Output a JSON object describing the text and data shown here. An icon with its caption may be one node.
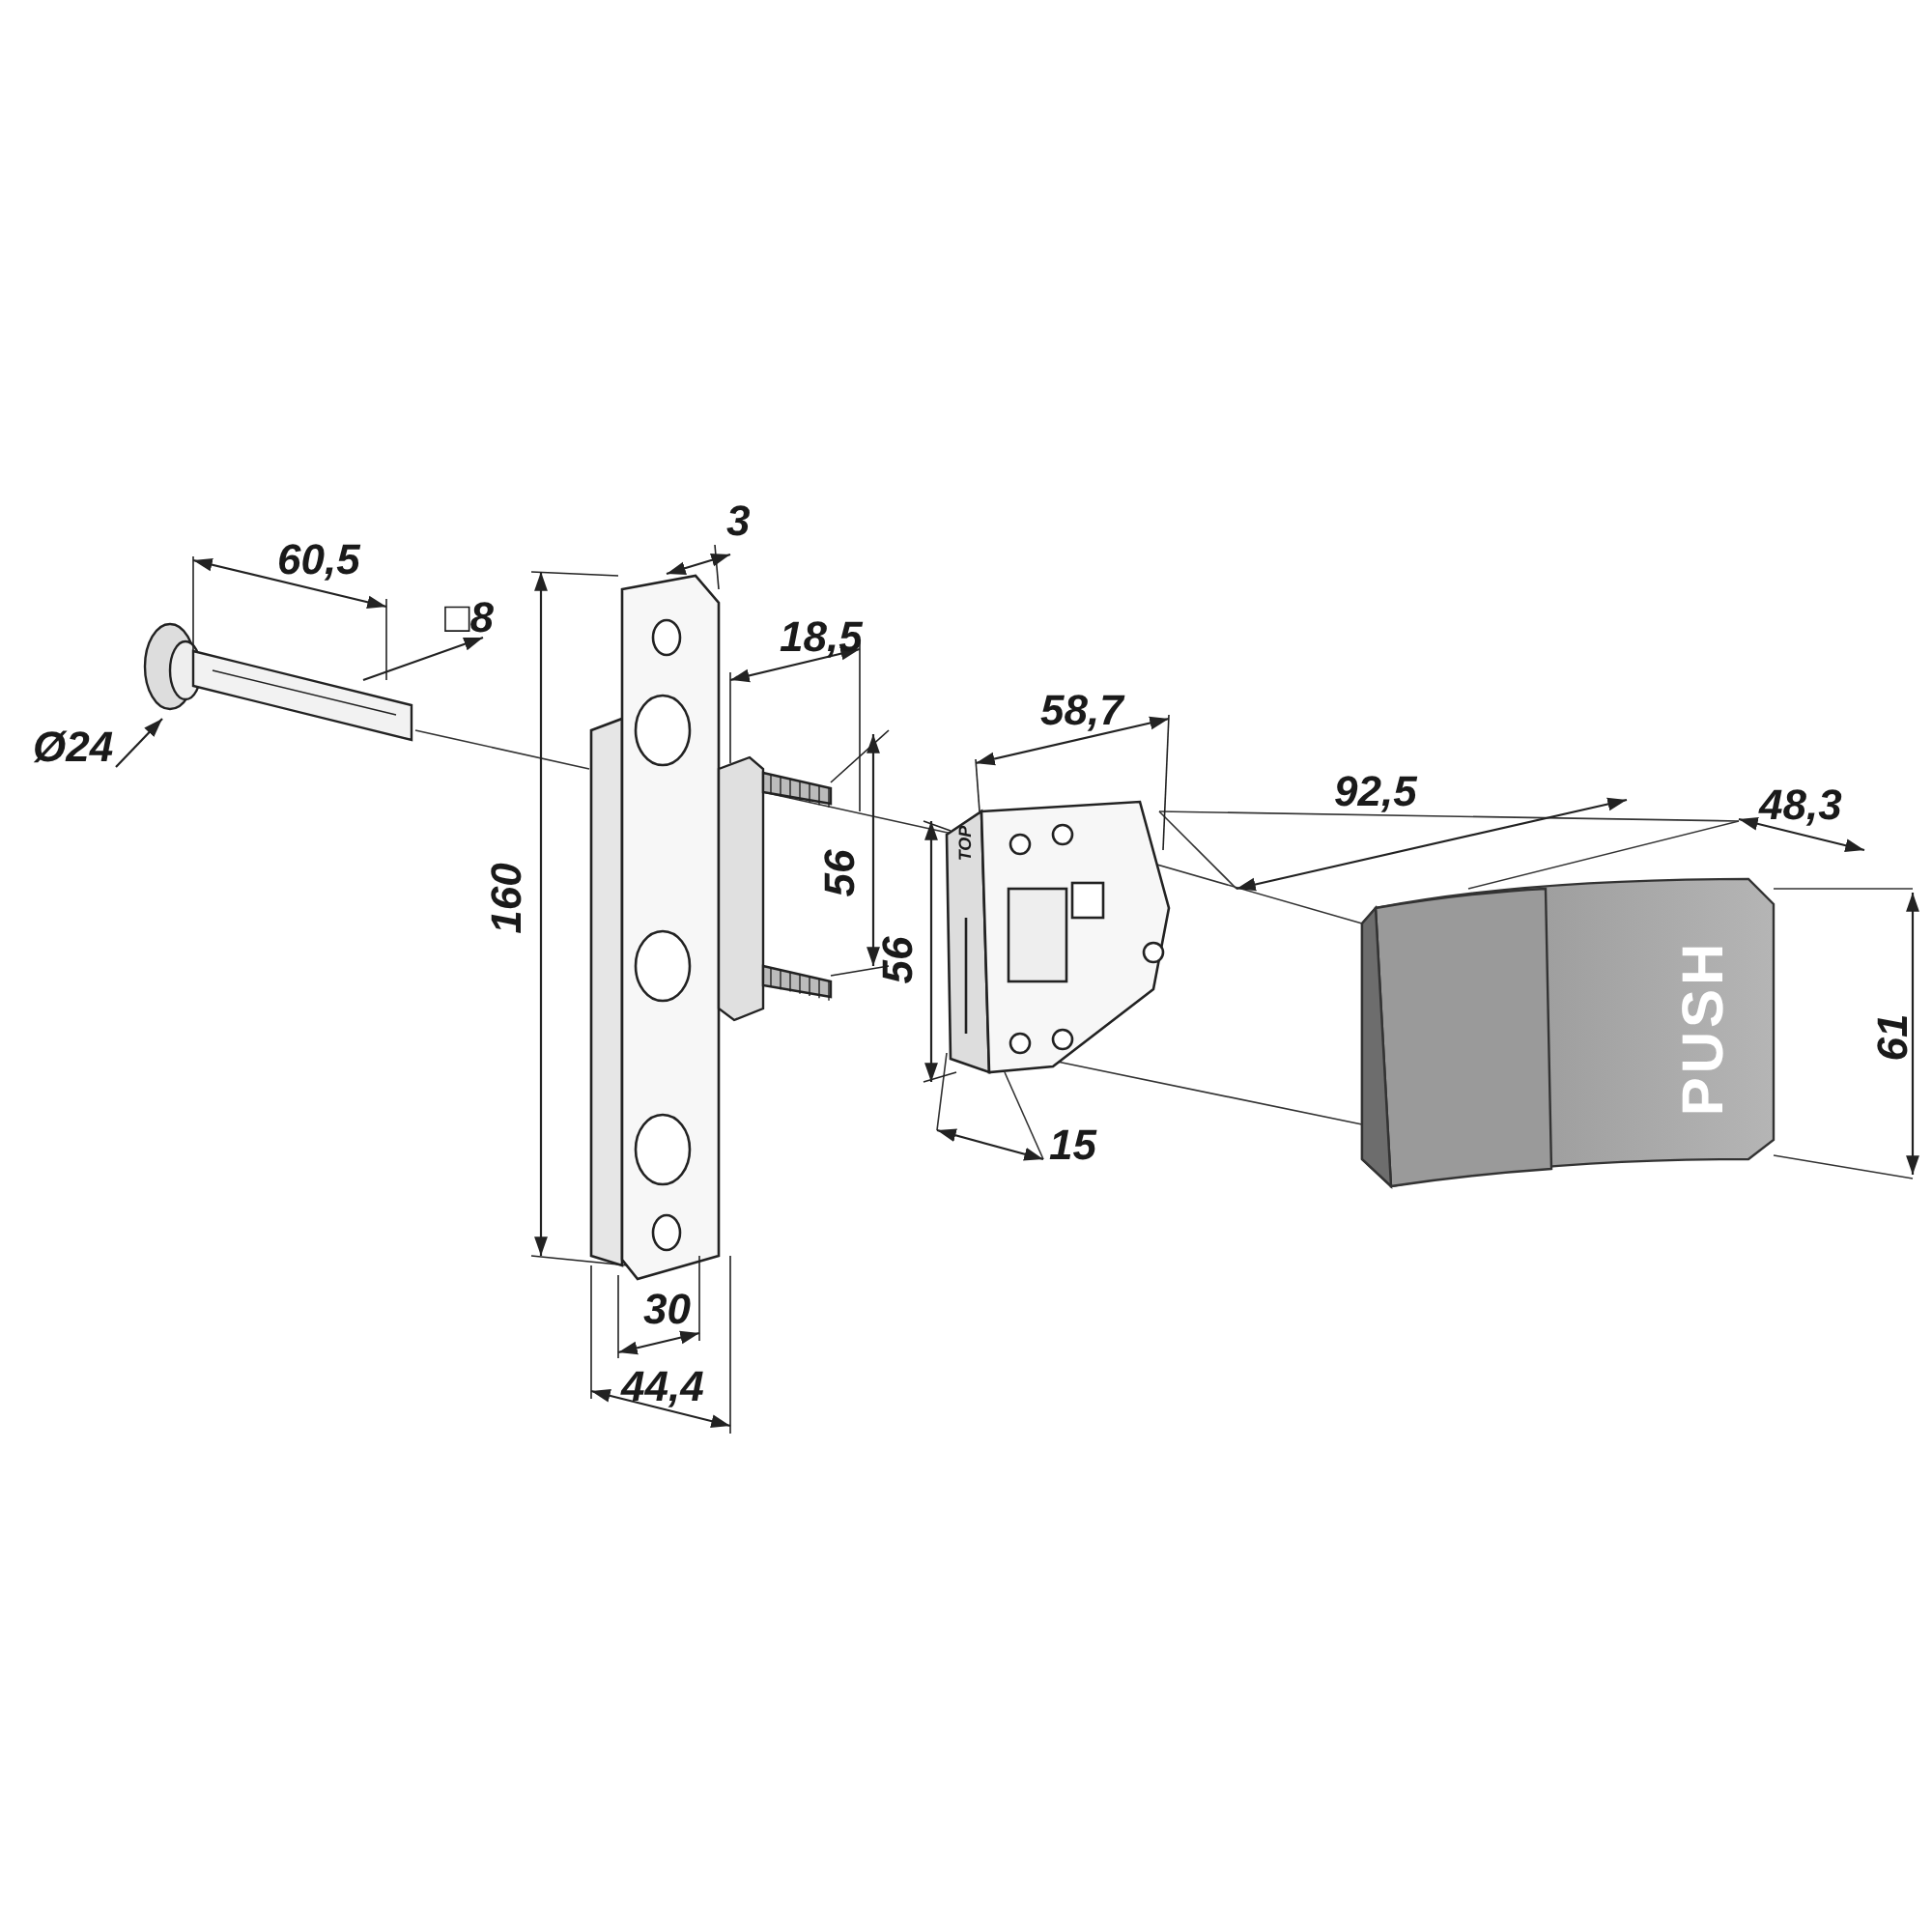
{
  "diagram": {
    "labels": [
      "3",
      "60,5",
      "□8",
      "18,5",
      "58,7",
      "92,5",
      "48,3",
      "Ø24",
      "56",
      "TOP",
      "56",
      "160",
      "PUSH",
      "61",
      "15",
      "30",
      "44,4"
    ]
  }
}
